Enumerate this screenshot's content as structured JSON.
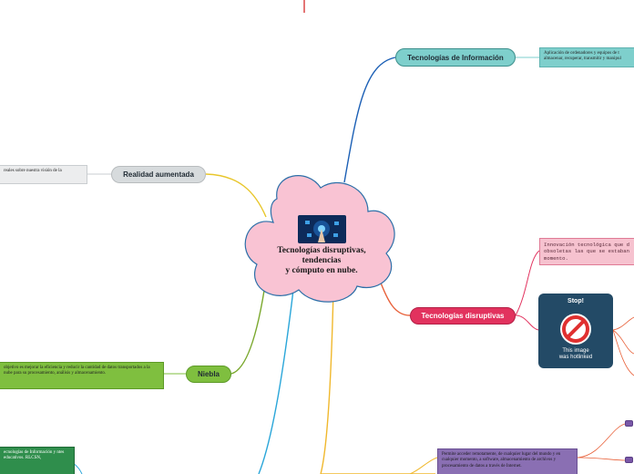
{
  "central": {
    "title_lines": [
      "Tecnologías disruptivas,",
      "tendencias",
      "y cómputo en nube."
    ],
    "image_icon": "digital-hand-touch-icon"
  },
  "branches": {
    "tecnologias_informacion": {
      "label": "Tecnologías de Información",
      "note": "Aplicación de ordenadores y equipos de t almacenar, recuperar, transmitir y manipul"
    },
    "realidad_aumentada": {
      "label": "Realidad aumentada",
      "note": "reales sobre nuestra visión de la"
    },
    "tecnologias_disruptivas": {
      "label": "Tecnologías disruptivas",
      "note": "Innovación tecnológica que d obsoletas las que se estaban momento.",
      "image": {
        "title": "Stop!",
        "caption_lines": [
          "This image",
          "was hotlinked"
        ]
      }
    },
    "niebla": {
      "label": "Niebla",
      "note": "objetivo es mejorar la eficiencia y reducir la cantidad de datos transportados a la nube para su procesamiento, análisis y almacenamiento."
    },
    "educacion": {
      "note": "ecnologías de Información y ntes educativos. RLCSN,"
    },
    "nube": {
      "note": "Permite acceder remotamente, de cualquier lugar del mundo y en cualquier momento, a software, almacenamiento de archivos y procesamiento de datos a través de Internet."
    }
  },
  "colors": {
    "cloud_fill": "#f9c3d3",
    "cloud_stroke": "#2c6fa8",
    "teal": "#7ecfcc",
    "gray": "#d7dbdd",
    "pink": "#e2325e",
    "green": "#7fbf3f",
    "dark_green": "#2f8e4c",
    "purple_note": "#8a6fb3",
    "line_blue": "#1b5fb5",
    "line_yellow": "#e8c62a",
    "line_orange": "#e8613a",
    "line_red": "#d83a3a",
    "line_olive": "#7aa82d",
    "line_cyan": "#2aa6d9",
    "line_gold": "#f0b82d"
  }
}
